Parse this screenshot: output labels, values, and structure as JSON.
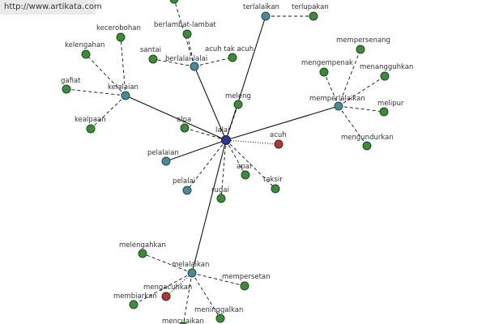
{
  "watermark": "http://www.artikata.com",
  "nodes": [
    {
      "id": "lalai",
      "label": "lalai",
      "kind": "center"
    },
    {
      "id": "kelalaian",
      "label": "kelalaian",
      "kind": "hub"
    },
    {
      "id": "berlalai-lalai",
      "label": "berlalai-lalai",
      "kind": "hub"
    },
    {
      "id": "terlalaikan",
      "label": "terlalaikan",
      "kind": "hub"
    },
    {
      "id": "memperlalaikan",
      "label": "memperlalaikan",
      "kind": "hub"
    },
    {
      "id": "melalaikan",
      "label": "melalaikan",
      "kind": "hub"
    },
    {
      "id": "pelalaian",
      "label": "pelalaian",
      "kind": "hub"
    },
    {
      "id": "pelalai",
      "label": "pelalai",
      "kind": "hub"
    },
    {
      "id": "kecerobohan",
      "label": "kecerobohan",
      "kind": "leaf"
    },
    {
      "id": "kelengahan",
      "label": "kelengahan",
      "kind": "leaf"
    },
    {
      "id": "gafiat",
      "label": "gafiat",
      "kind": "leaf"
    },
    {
      "id": "kealpaan",
      "label": "kealpaan",
      "kind": "leaf"
    },
    {
      "id": "berlambat-lambat",
      "label": "berlambat-lambat",
      "kind": "leaf"
    },
    {
      "id": "santai",
      "label": "santai",
      "kind": "leaf"
    },
    {
      "id": "acuh-tak-acuh",
      "label": "acuh tak acuh",
      "kind": "leaf"
    },
    {
      "id": "terlupakan",
      "label": "terlupakan",
      "kind": "leaf"
    },
    {
      "id": "mempersenang",
      "label": "mempersenang",
      "kind": "leaf"
    },
    {
      "id": "mengempenak",
      "label": "mengempenak",
      "kind": "leaf"
    },
    {
      "id": "menangguhkan",
      "label": "menangguhkan",
      "kind": "leaf"
    },
    {
      "id": "melipur",
      "label": "melipur",
      "kind": "leaf"
    },
    {
      "id": "mengundurkan",
      "label": "mengundurkan",
      "kind": "leaf"
    },
    {
      "id": "meleng",
      "label": "meleng",
      "kind": "leaf"
    },
    {
      "id": "alpa",
      "label": "alpa",
      "kind": "leaf"
    },
    {
      "id": "acuh",
      "label": "acuh",
      "kind": "accent"
    },
    {
      "id": "apai",
      "label": "apai",
      "kind": "leaf"
    },
    {
      "id": "taksir",
      "label": "taksir",
      "kind": "leaf"
    },
    {
      "id": "rugai",
      "label": "rugai",
      "kind": "leaf"
    },
    {
      "id": "melengahkan",
      "label": "melengahkan",
      "kind": "leaf"
    },
    {
      "id": "mempersetan",
      "label": "mempersetan",
      "kind": "leaf"
    },
    {
      "id": "mengacuhkan",
      "label": "mengacuhkan",
      "kind": "accent"
    },
    {
      "id": "membiarkan",
      "label": "membiarkan",
      "kind": "leaf"
    },
    {
      "id": "meninggalkan",
      "label": "meninggalkan",
      "kind": "leaf"
    },
    {
      "id": "mencuaikan",
      "label": "mencuaikan",
      "kind": "leaf"
    },
    {
      "id": "top-leaf",
      "label": "",
      "kind": "leaf"
    }
  ],
  "edges": [
    {
      "from": "lalai",
      "to": "kelalaian",
      "style": "solid"
    },
    {
      "from": "lalai",
      "to": "berlalai-lalai",
      "style": "solid"
    },
    {
      "from": "lalai",
      "to": "terlalaikan",
      "style": "solid"
    },
    {
      "from": "lalai",
      "to": "memperlalaikan",
      "style": "solid"
    },
    {
      "from": "lalai",
      "to": "melalaikan",
      "style": "solid"
    },
    {
      "from": "lalai",
      "to": "pelalaian",
      "style": "solid"
    },
    {
      "from": "lalai",
      "to": "pelalai",
      "style": "dash"
    },
    {
      "from": "lalai",
      "to": "meleng",
      "style": "dash"
    },
    {
      "from": "lalai",
      "to": "alpa",
      "style": "dash"
    },
    {
      "from": "lalai",
      "to": "acuh",
      "style": "dot"
    },
    {
      "from": "lalai",
      "to": "apai",
      "style": "dash"
    },
    {
      "from": "lalai",
      "to": "taksir",
      "style": "dash"
    },
    {
      "from": "lalai",
      "to": "rugai",
      "style": "dash"
    },
    {
      "from": "kelalaian",
      "to": "kecerobohan",
      "style": "dash"
    },
    {
      "from": "kelalaian",
      "to": "kelengahan",
      "style": "dash"
    },
    {
      "from": "kelalaian",
      "to": "gafiat",
      "style": "dash"
    },
    {
      "from": "kelalaian",
      "to": "kealpaan",
      "style": "dash"
    },
    {
      "from": "berlalai-lalai",
      "to": "berlambat-lambat",
      "style": "dash"
    },
    {
      "from": "berlalai-lalai",
      "to": "santai",
      "style": "dash"
    },
    {
      "from": "berlalai-lalai",
      "to": "acuh-tak-acuh",
      "style": "dash"
    },
    {
      "from": "berlalai-lalai",
      "to": "top-leaf",
      "style": "dash"
    },
    {
      "from": "terlalaikan",
      "to": "terlupakan",
      "style": "dash"
    },
    {
      "from": "memperlalaikan",
      "to": "mempersenang",
      "style": "dash"
    },
    {
      "from": "memperlalaikan",
      "to": "mengempenak",
      "style": "dash"
    },
    {
      "from": "memperlalaikan",
      "to": "menangguhkan",
      "style": "dash"
    },
    {
      "from": "memperlalaikan",
      "to": "melipur",
      "style": "dash"
    },
    {
      "from": "memperlalaikan",
      "to": "mengundurkan",
      "style": "dash"
    },
    {
      "from": "melalaikan",
      "to": "melengahkan",
      "style": "dash"
    },
    {
      "from": "melalaikan",
      "to": "mempersetan",
      "style": "dash"
    },
    {
      "from": "melalaikan",
      "to": "mengacuhkan",
      "style": "dot"
    },
    {
      "from": "melalaikan",
      "to": "membiarkan",
      "style": "dash"
    },
    {
      "from": "melalaikan",
      "to": "meninggalkan",
      "style": "dash"
    },
    {
      "from": "melalaikan",
      "to": "mencuaikan",
      "style": "dash"
    }
  ]
}
